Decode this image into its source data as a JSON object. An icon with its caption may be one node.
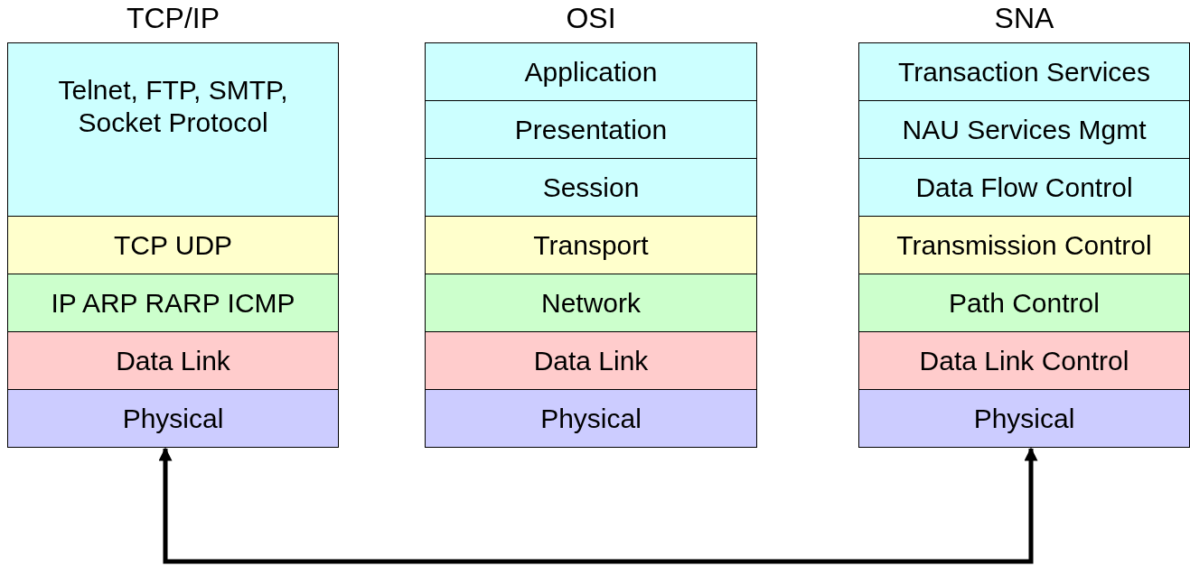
{
  "diagram": {
    "nodes": [
      {
        "text": [
          "TCP/IP"
        ]
      },
      {
        "text": [
          "Telnet, FTP, SMTP, Socket Protocol"
        ],
        "in": 0
      },
      {
        "text": [
          "TCP UDP"
        ],
        "in": 0
      },
      {
        "text": [
          "IP ARP RARP ICMP"
        ],
        "in": 0
      },
      {
        "text": [
          "Data Link"
        ],
        "in": 0
      },
      {
        "text": [
          "Physical"
        ],
        "in": 0
      },
      {
        "text": [
          "OSI"
        ]
      },
      {
        "text": [
          "Application"
        ],
        "in": 6
      },
      {
        "text": [
          "Presentation"
        ],
        "in": 6
      },
      {
        "text": [
          "Session"
        ],
        "in": 6
      },
      {
        "text": [
          "Transport"
        ],
        "in": 6
      },
      {
        "text": [
          "Network"
        ],
        "in": 6
      },
      {
        "text": [
          "Data Link"
        ],
        "in": 6
      },
      {
        "text": [
          "Physical"
        ],
        "in": 6
      },
      {
        "text": [
          "SNA"
        ]
      },
      {
        "text": [
          "Transaction Services"
        ],
        "in": 14
      },
      {
        "text": [
          "NAU Services Mgmt"
        ],
        "in": 14
      },
      {
        "text": [
          "Data Flow Control"
        ],
        "in": 14
      },
      {
        "text": [
          "Transmission Control"
        ],
        "in": 14
      },
      {
        "text": [
          "Path Control"
        ],
        "in": 14
      },
      {
        "text": [
          "Data Link Control"
        ],
        "in": 14
      },
      {
        "text": [
          "Physical"
        ],
        "in": 14
      }
    ],
    "edges": [
      {
        "from": 5,
        "to": 21,
        "arrow": "both"
      }
    ]
  }
}
